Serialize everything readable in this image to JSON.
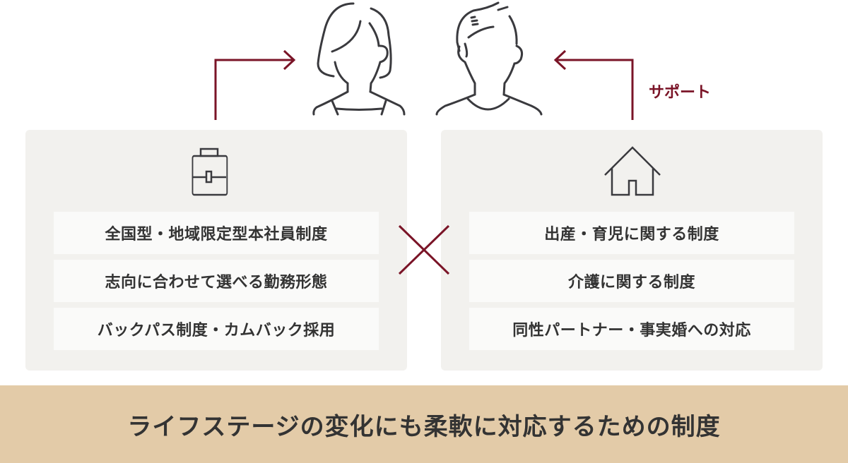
{
  "support_label": "サポート",
  "left_panel": {
    "icon": "briefcase-icon",
    "items": [
      "全国型・地域限定型本社員制度",
      "志向に合わせて選べる勤務形態",
      "バックパス制度・カムバック採用"
    ]
  },
  "right_panel": {
    "icon": "house-icon",
    "items": [
      "出産・育児に関する制度",
      "介護に関する制度",
      "同性パートナー・事実婚への対応"
    ]
  },
  "banner": "ライフステージの変化にも柔軟に対応するための制度",
  "colors": {
    "accent": "#7a1427",
    "panel": "#f2f1ee",
    "banner": "#e3cba8",
    "line": "#3a3a3e"
  }
}
